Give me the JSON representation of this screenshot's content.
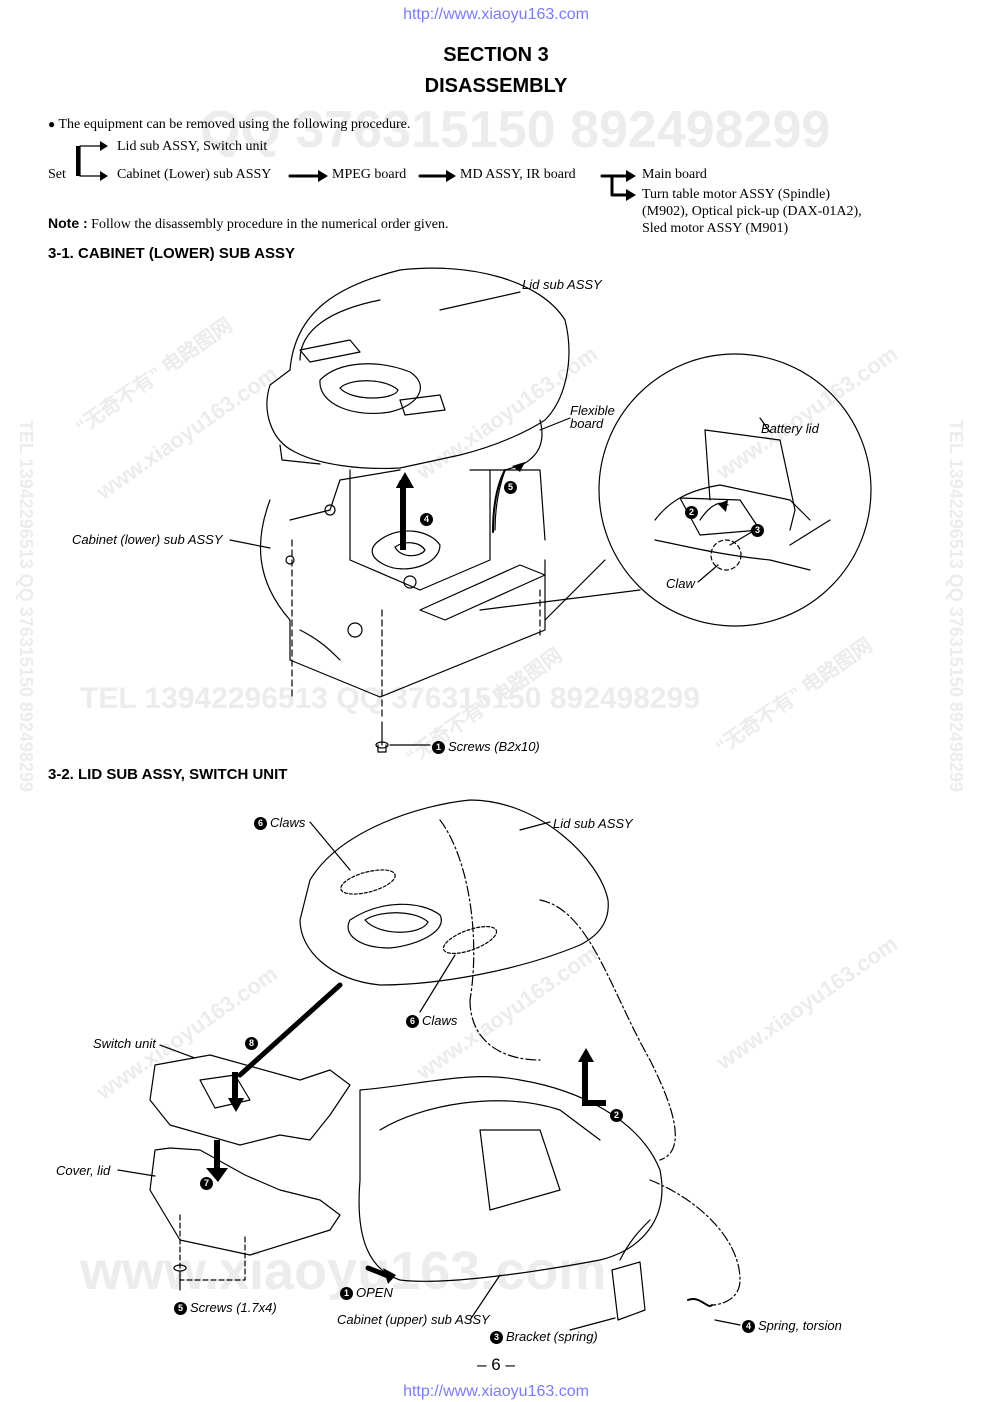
{
  "header_url": "http://www.xiaoyu163.com",
  "footer_url": "http://www.xiaoyu163.com",
  "section": "SECTION 3",
  "title": "DISASSEMBLY",
  "intro": "The equipment can be removed using the following procedure.",
  "flow": {
    "set": "Set",
    "lid": "Lid sub ASSY, Switch unit",
    "cabinet": "Cabinet (Lower) sub ASSY",
    "mpeg": "MPEG board",
    "md": "MD ASSY, IR board",
    "main": "Main board",
    "turn1": "Turn table motor ASSY (Spindle)",
    "turn2": "(M902), Optical pick-up (DAX-01A2),",
    "turn3": "Sled motor ASSY (M901)"
  },
  "note": {
    "label": "Note :",
    "text": "Follow the disassembly procedure in the numerical order given."
  },
  "s1": {
    "heading": "3-1. CABINET (LOWER) SUB ASSY",
    "lid": "Lid sub ASSY",
    "flex1": "Flexible",
    "flex2": "board",
    "battery": "Battery lid",
    "cab": "Cabinet (lower) sub ASSY",
    "claw": "Claw",
    "screws": "Screws (B2x10)",
    "n1": "1",
    "n2": "2",
    "n3": "3",
    "n4": "4",
    "n5": "5"
  },
  "s2": {
    "heading": "3-2. LID SUB ASSY, SWITCH UNIT",
    "claws_top": "Claws",
    "lid": "Lid sub ASSY",
    "claws_mid": "Claws",
    "switch": "Switch unit",
    "cover": "Cover, lid",
    "screws": "Screws (1.7x4)",
    "open": "OPEN",
    "cab_upper": "Cabinet (upper) sub ASSY",
    "bracket": "Bracket (spring)",
    "spring": "Spring,  torsion",
    "n1": "1",
    "n2": "2",
    "n3": "3",
    "n4": "4",
    "n5": "5",
    "n6": "6",
    "n7": "7",
    "n8": "8"
  },
  "page_number": "– 6 –",
  "watermarks": {
    "big1": "QQ 376315150   892498299",
    "big2": "TEL 13942296513   QQ 376315150   892498299",
    "big3": "www.xiaoyu163.com",
    "side": "TEL 13942296513  QQ 376315150  892498299",
    "diag": "www.xiaoyu163.com",
    "cn": "“无奇不有” 电路图网"
  }
}
